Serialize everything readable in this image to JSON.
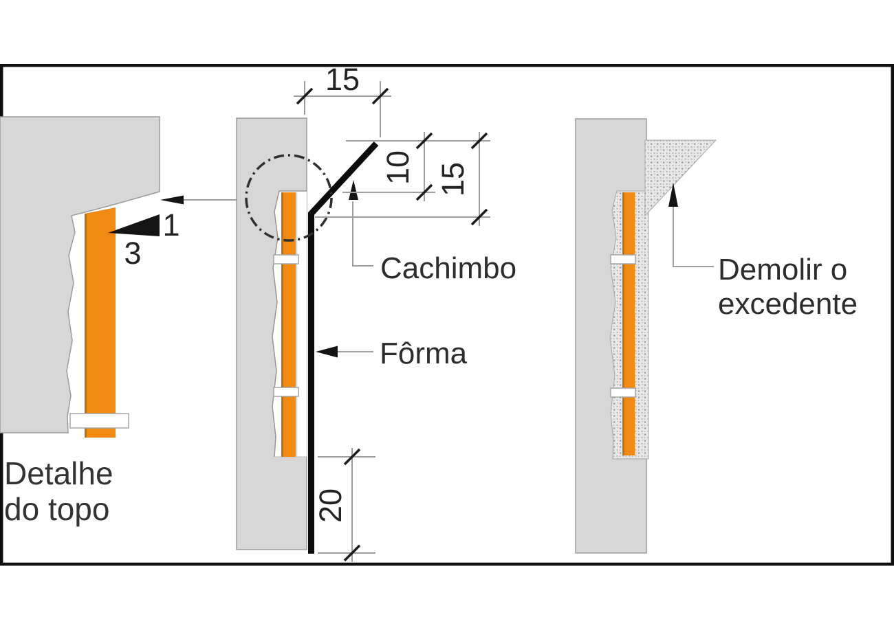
{
  "drawing": {
    "panels": {
      "top_detail": {
        "caption_line1": "Detalhe",
        "caption_line2": "do topo",
        "slope_rise": "1",
        "slope_run": "3"
      },
      "form": {
        "dim_top_width": "15",
        "dim_spout_rise": "10",
        "dim_spout_height": "15",
        "dim_form_extension": "20",
        "cachimbo_label": "Cachimbo",
        "form_label": "Fôrma"
      },
      "demolition": {
        "label_line1": "Demolir o",
        "label_line2": "excedente"
      }
    },
    "colors": {
      "waterstop_orange": "#F18A12",
      "waterstop_edge": "#C96E00",
      "concrete_gray": "#D7D7D7",
      "concrete_outline": "#9C9C9C",
      "dim_line_gray": "#9E9E9E",
      "text_ink": "#2D2D2D",
      "form_black": "#0B0B0B"
    }
  }
}
